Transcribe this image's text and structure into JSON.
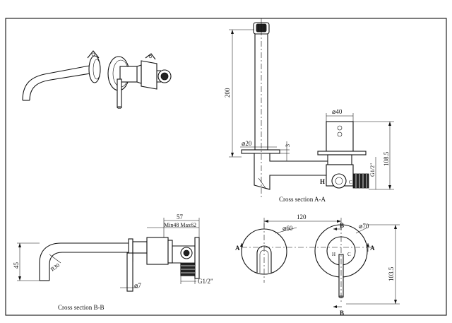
{
  "labels": {
    "cross_section_aa": "Cross section  A-A",
    "cross_section_bb": "Cross section  B-B"
  },
  "dims_aa": {
    "height": "200",
    "diam_top": "40",
    "diam_spout": "20",
    "thick": "3",
    "height_right": "108.5",
    "thread": "G1/2\"",
    "h_mark": "H",
    "c_mark": "C"
  },
  "dims_bb": {
    "depth": "57",
    "range": "Min48 Max62",
    "spout_h": "45",
    "radius": "R30",
    "diam_lever": "7",
    "thread": "G1/2\""
  },
  "dims_front": {
    "spacing": "120",
    "diam_spout_plate": "60",
    "diam_valve_plate": "70",
    "height": "103.5",
    "h_mark": "H",
    "c_mark": "C",
    "sec_a_left": "A",
    "sec_a_right": "A",
    "sec_b_top": "B",
    "sec_b_bottom": "B"
  }
}
